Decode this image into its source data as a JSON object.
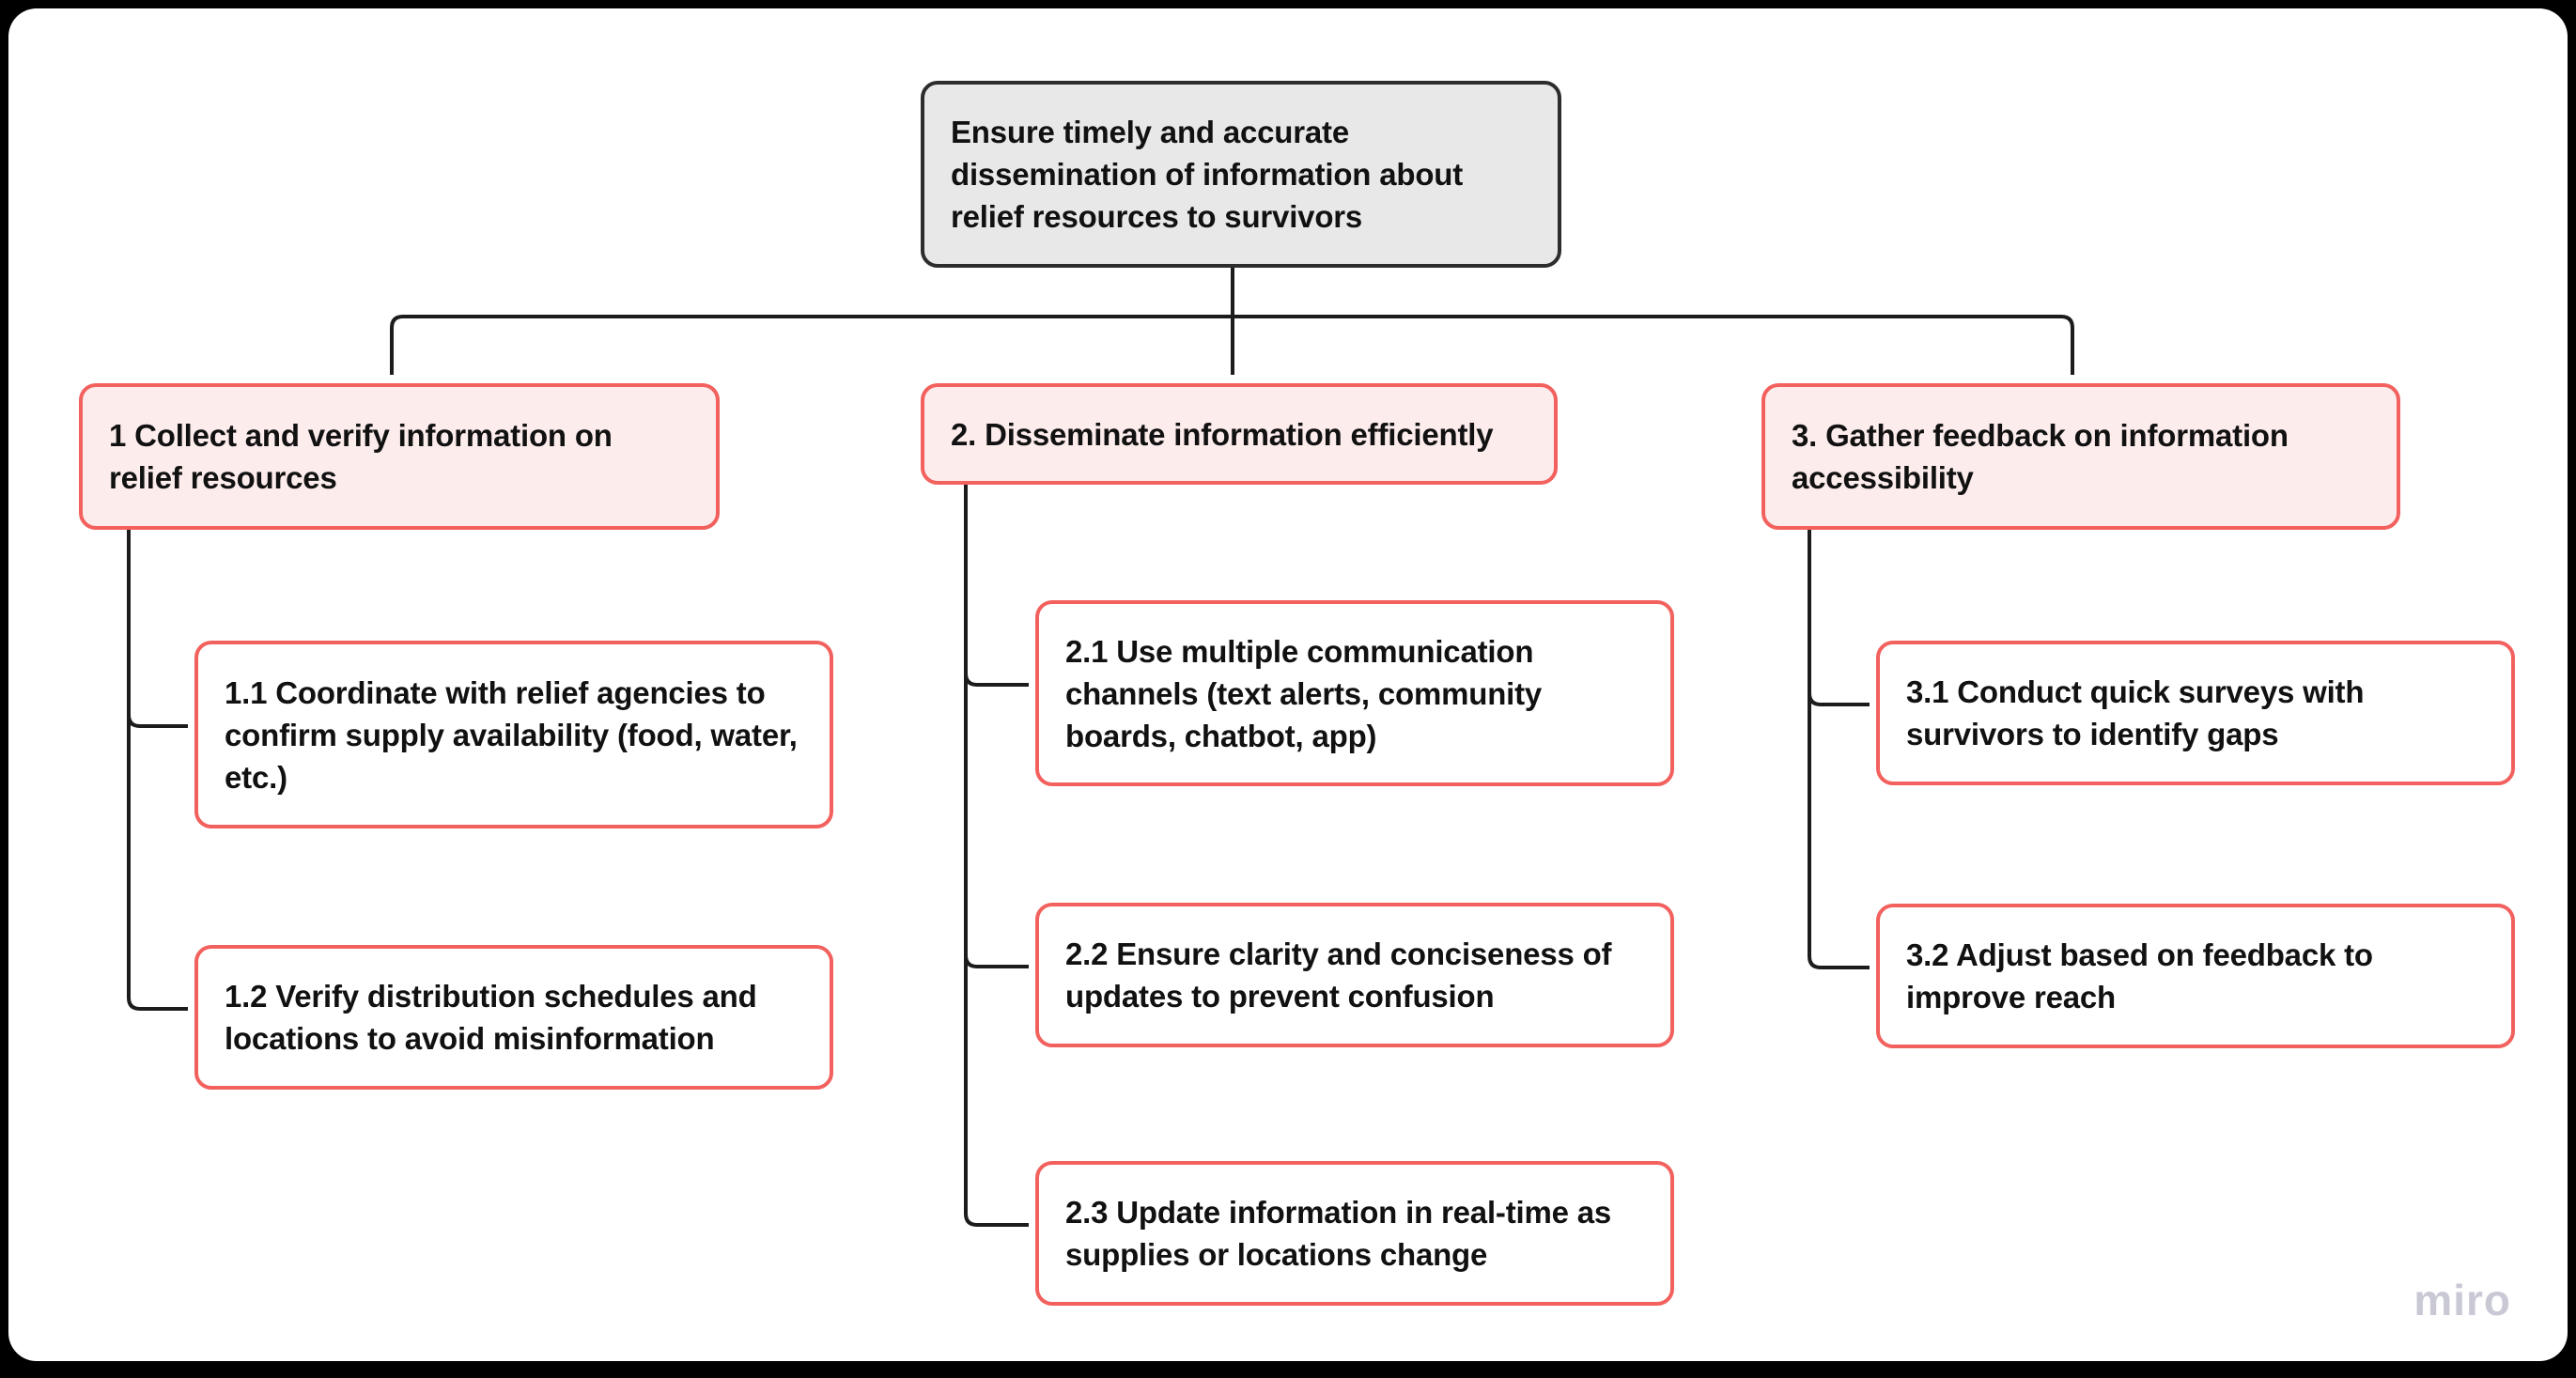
{
  "canvas": {
    "background": "#000000",
    "surface": "#ffffff"
  },
  "colors": {
    "root_fill": "#e8e8e8",
    "root_border": "#2d2d2d",
    "branch_fill": "#fdecec",
    "branch_border": "#f2615e",
    "leaf_fill": "#ffffff",
    "connector": "#1c1c1c",
    "text": "#111111",
    "watermark": "#c9c9d6"
  },
  "watermark": {
    "label": "miro"
  },
  "mindmap": {
    "root": {
      "label": "Ensure timely and accurate dissemination of information about relief resources to survivors"
    },
    "branches": [
      {
        "label": "1 Collect and verify information on relief resources",
        "children": [
          {
            "label": "1.1 Coordinate with relief agencies to confirm supply availability (food, water, etc.)"
          },
          {
            "label": "1.2 Verify distribution schedules and locations to avoid misinformation"
          }
        ]
      },
      {
        "label": "2. Disseminate information efficiently",
        "children": [
          {
            "label": "2.1 Use multiple communication channels (text alerts, community boards, chatbot, app)"
          },
          {
            "label": "2.2 Ensure clarity and conciseness of updates to prevent confusion"
          },
          {
            "label": "2.3 Update information in real-time as supplies or locations change"
          }
        ]
      },
      {
        "label": "3. Gather feedback on information accessibility",
        "children": [
          {
            "label": "3.1 Conduct quick surveys with survivors to identify gaps"
          },
          {
            "label": "3.2 Adjust based on feedback to improve reach"
          }
        ]
      }
    ]
  }
}
